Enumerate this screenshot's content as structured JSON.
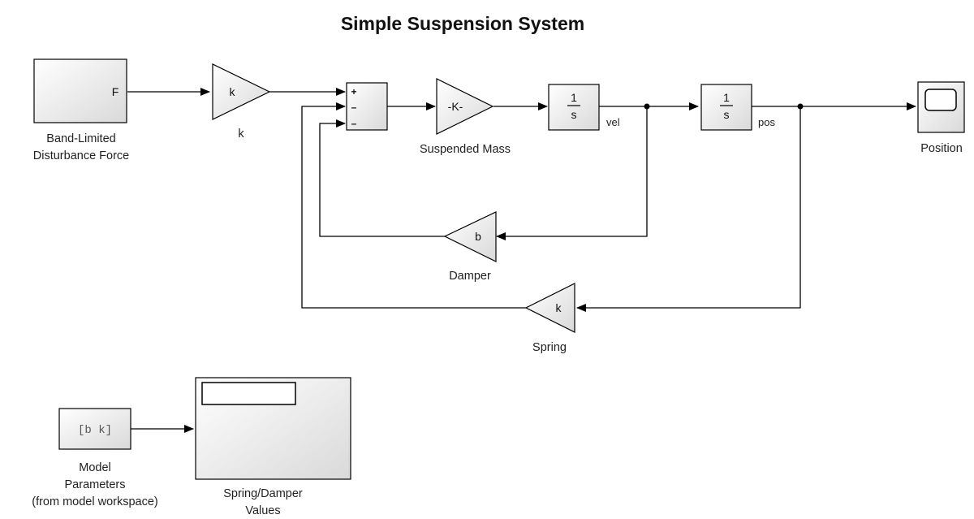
{
  "title": "Simple Suspension System",
  "blocks": {
    "disturbance": {
      "port_label": "F",
      "caption_line1": "Band-Limited",
      "caption_line2": "Disturbance Force"
    },
    "gain_k": {
      "symbol": "k",
      "caption": "k"
    },
    "sum": {
      "signs": [
        "+",
        "–",
        "–"
      ]
    },
    "mass": {
      "symbol": "-K-",
      "caption": "Suspended Mass"
    },
    "integrator_vel": {
      "num": "1",
      "den": "s",
      "signal_label": "vel"
    },
    "integrator_pos": {
      "num": "1",
      "den": "s",
      "signal_label": "pos"
    },
    "scope": {
      "caption": "Position"
    },
    "damper": {
      "symbol": "b",
      "caption": "Damper"
    },
    "spring": {
      "symbol": "k",
      "caption": "Spring"
    },
    "model_params": {
      "value": "[b k]",
      "caption_line1": "Model",
      "caption_line2": "Parameters",
      "caption_line3": "(from model workspace)"
    },
    "display": {
      "caption_line1": "Spring/Damper",
      "caption_line2": "Values"
    }
  }
}
